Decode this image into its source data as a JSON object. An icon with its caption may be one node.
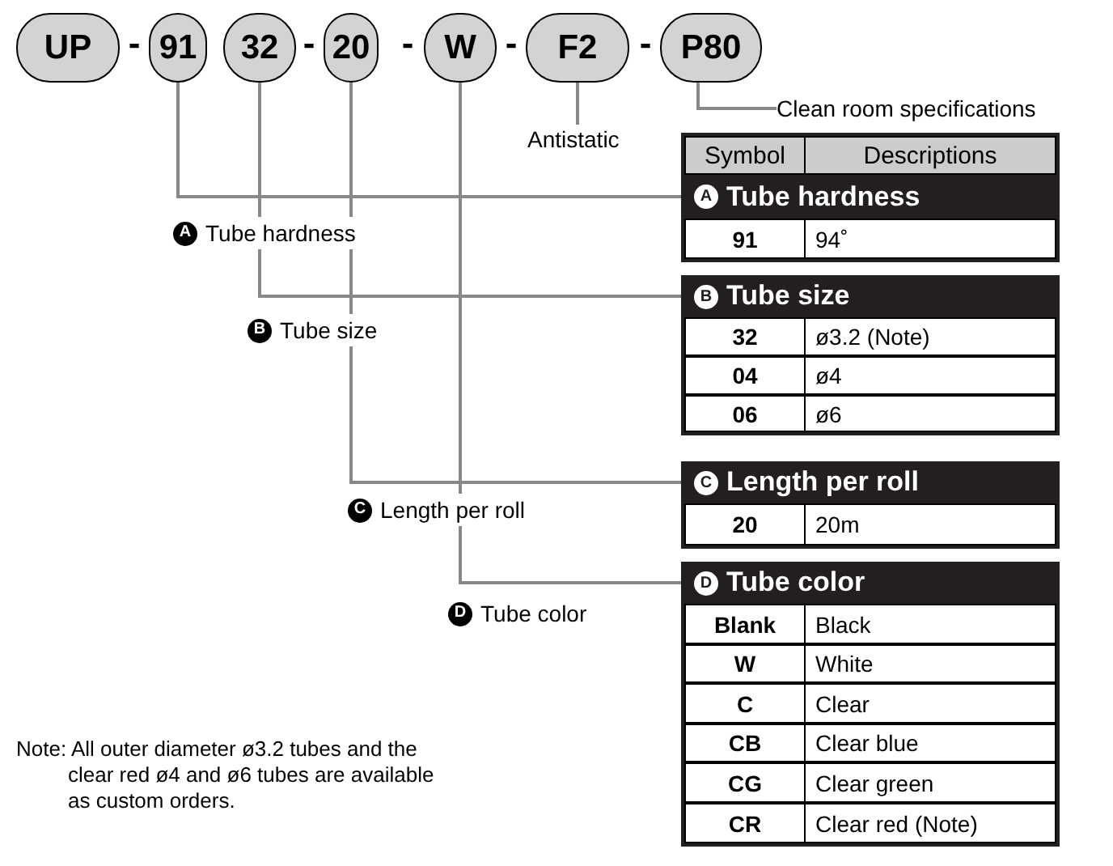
{
  "diagram": {
    "nodes": [
      {
        "text": [
          "UP"
        ]
      },
      {
        "text": [
          "91"
        ]
      },
      {
        "text": [
          "32"
        ]
      },
      {
        "text": [
          "20"
        ]
      },
      {
        "text": [
          "W"
        ]
      },
      {
        "text": [
          "F2"
        ]
      },
      {
        "text": [
          "P80"
        ]
      },
      {
        "text": [
          "Antistatic"
        ]
      },
      {
        "text": [
          "Clean room specifications"
        ]
      },
      {
        "text": [
          "A",
          "Tube hardness"
        ]
      },
      {
        "text": [
          "B",
          "Tube size"
        ]
      },
      {
        "text": [
          "C",
          "Length per roll"
        ]
      },
      {
        "text": [
          "D",
          "Tube color"
        ]
      }
    ],
    "edges": [
      {
        "from": 5,
        "to": 7,
        "arrow": "none"
      },
      {
        "from": 6,
        "to": 8,
        "arrow": "none"
      },
      {
        "from": 1,
        "to": 9,
        "arrow": "none"
      },
      {
        "from": 2,
        "to": 10,
        "arrow": "none"
      },
      {
        "from": 3,
        "to": 11,
        "arrow": "none"
      },
      {
        "from": 4,
        "to": 12,
        "arrow": "none"
      }
    ],
    "labels": [
      "-",
      "-",
      "-",
      "-",
      "-",
      "Symbol",
      "Descriptions",
      "A",
      "Tube hardness",
      "91",
      "94˚",
      "B",
      "Tube size",
      "32",
      "ø3.2 (Note)",
      "04",
      "ø4",
      "06",
      "ø6",
      "C",
      "Length per roll",
      "20",
      "20m",
      "D",
      "Tube color",
      "Blank",
      "Black",
      "W",
      "White",
      "C",
      "Clear",
      "CB",
      "Clear blue",
      "CG",
      "Clear green",
      "CR",
      "Clear red (Note)",
      "Note: All outer diameter ø3.2 tubes and the clear red ø4 and ø6 tubes are available as custom orders."
    ]
  }
}
